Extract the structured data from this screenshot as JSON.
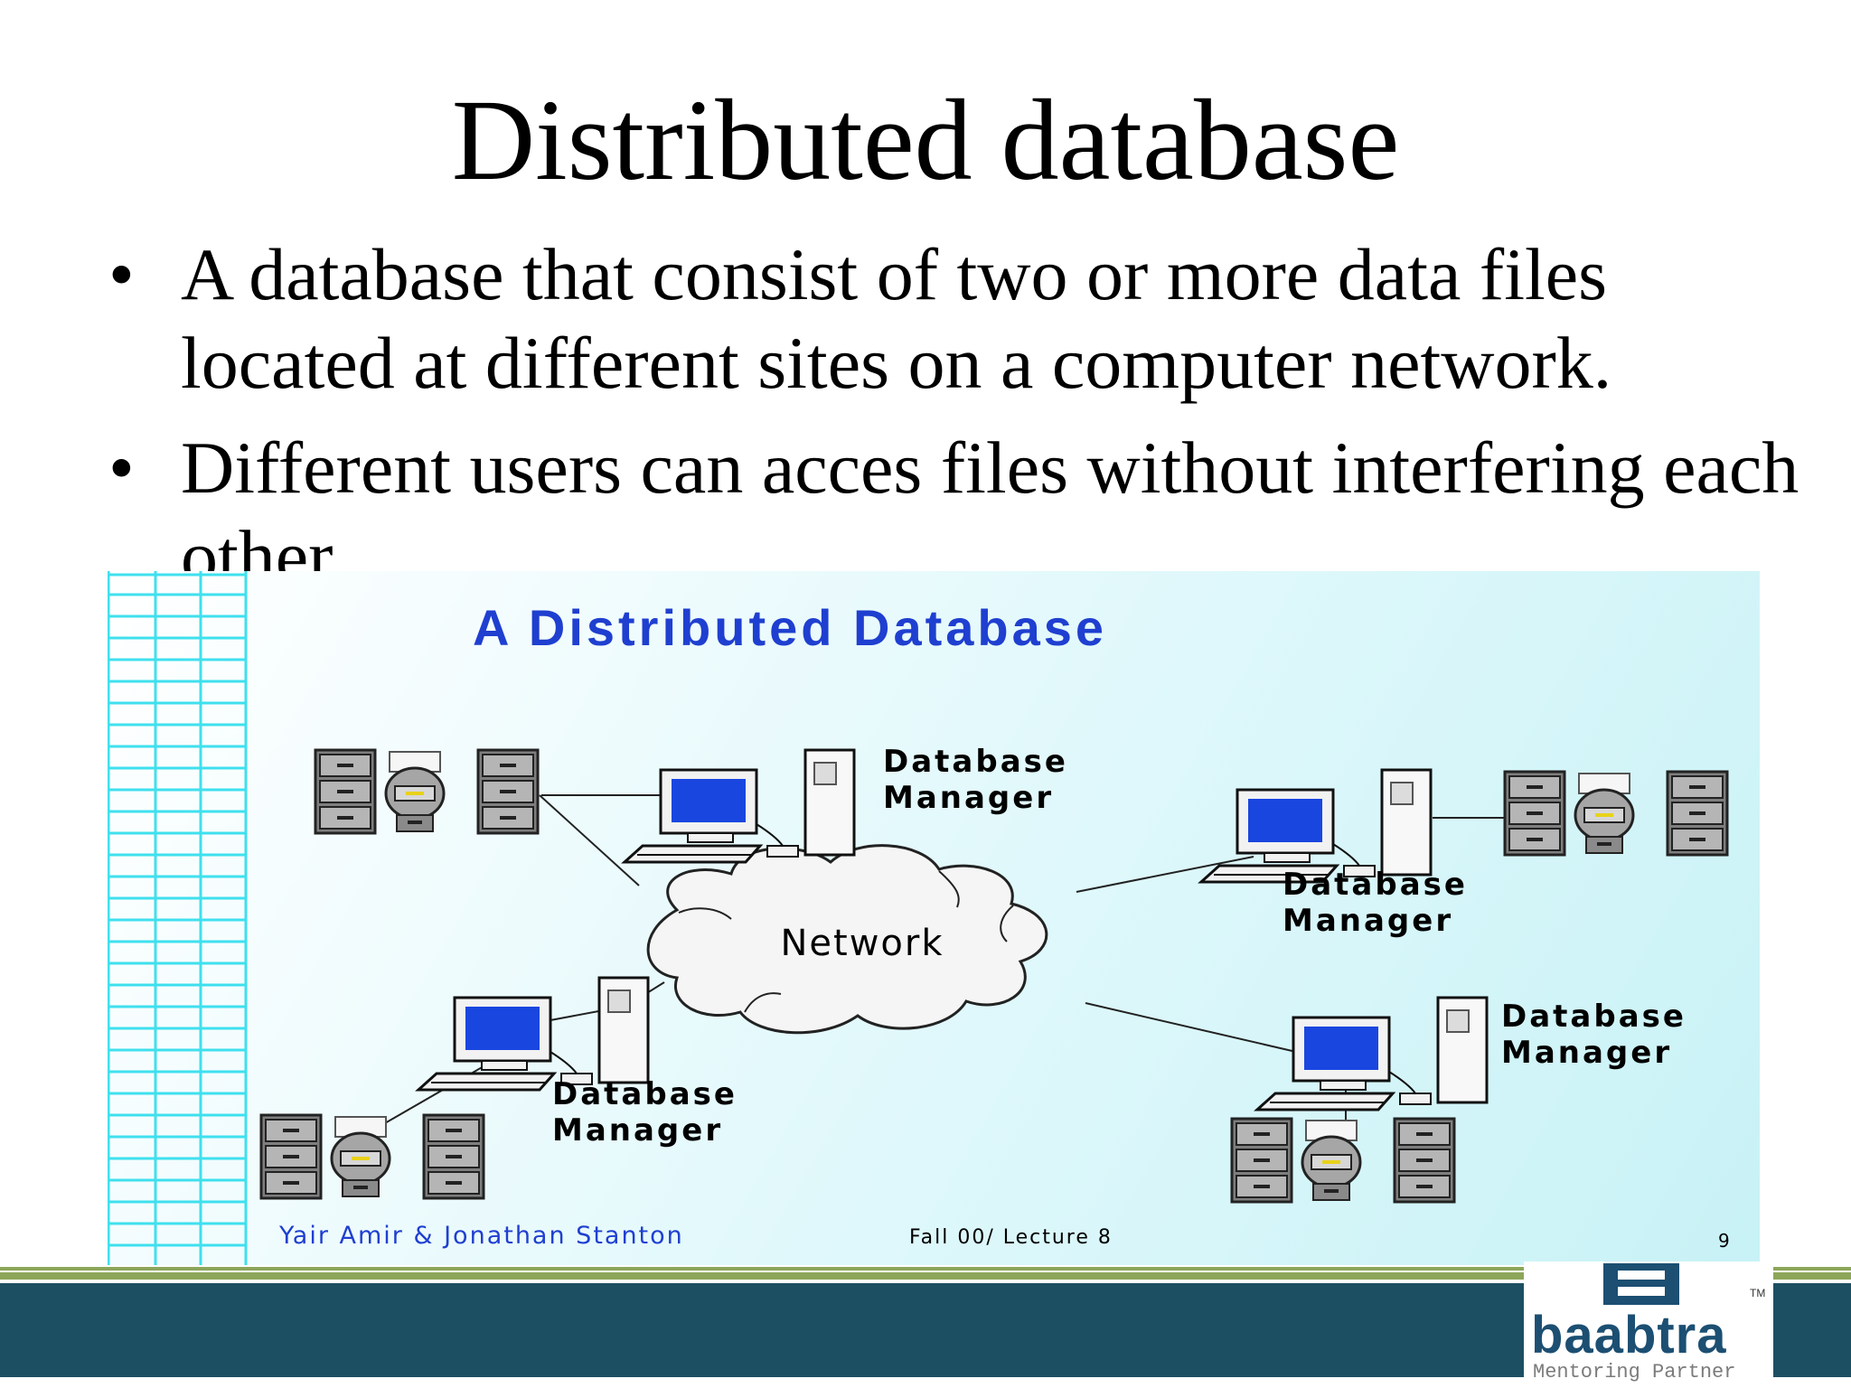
{
  "slide": {
    "title": "Distributed database",
    "bullets": [
      "A database that consist of two or more data files located at different sites on a computer network.",
      "Different users can acces files without interfering each other."
    ]
  },
  "figure": {
    "title": "A Distributed Database",
    "network_label": "Network",
    "node_label_line1": "Database",
    "node_label_line2": "Manager",
    "footer_authors": "Yair Amir & Jonathan Stanton",
    "footer_course": "Fall 00/ Lecture 8",
    "footer_page": "9"
  },
  "logo": {
    "name": "baabtra",
    "tagline": "Mentoring Partner",
    "tm": "TM"
  },
  "colors": {
    "figure_title": "#1f3fd0",
    "grid_lines": "#3fe0ee",
    "band_green": "#8da65a",
    "band_teal": "#1d4f63",
    "screen_blue": "#1a46e0"
  }
}
